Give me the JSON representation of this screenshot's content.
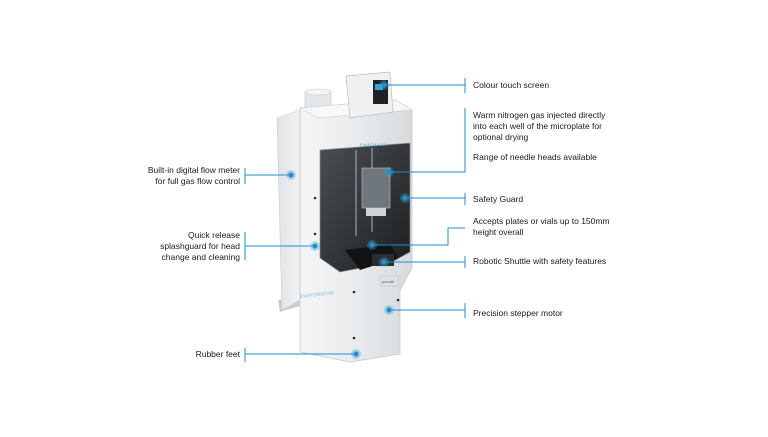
{
  "colors": {
    "accent": "#3aa6d8",
    "line": "#1e8fc9",
    "body": "#e8ebed",
    "window": "#2a2d30"
  },
  "instrument": {
    "brand_text": "EVAPORATOR",
    "badge_text": "porvair"
  },
  "callouts": {
    "colour_touch_screen": "Colour touch screen",
    "nitrogen_line1": "Warm nitrogen gas injected directly",
    "nitrogen_line2": "into each well of the microplate for",
    "nitrogen_line3": "optional drying",
    "needle_heads": "Range of needle heads available",
    "safety_guard": "Safety Guard",
    "plates_line1": "Accepts plates or vials up to 150mm",
    "plates_line2": "height overall",
    "robotic_shuttle": "Robotic Shuttle with safety features",
    "stepper_motor": "Precision stepper motor",
    "flow_meter_line1": "Built-in digital  flow meter",
    "flow_meter_line2": "for full gas flow control",
    "splash_line1": "Quick release",
    "splash_line2": "splashguard for head",
    "splash_line3": "change and cleaning",
    "rubber_feet": "Rubber feet"
  }
}
